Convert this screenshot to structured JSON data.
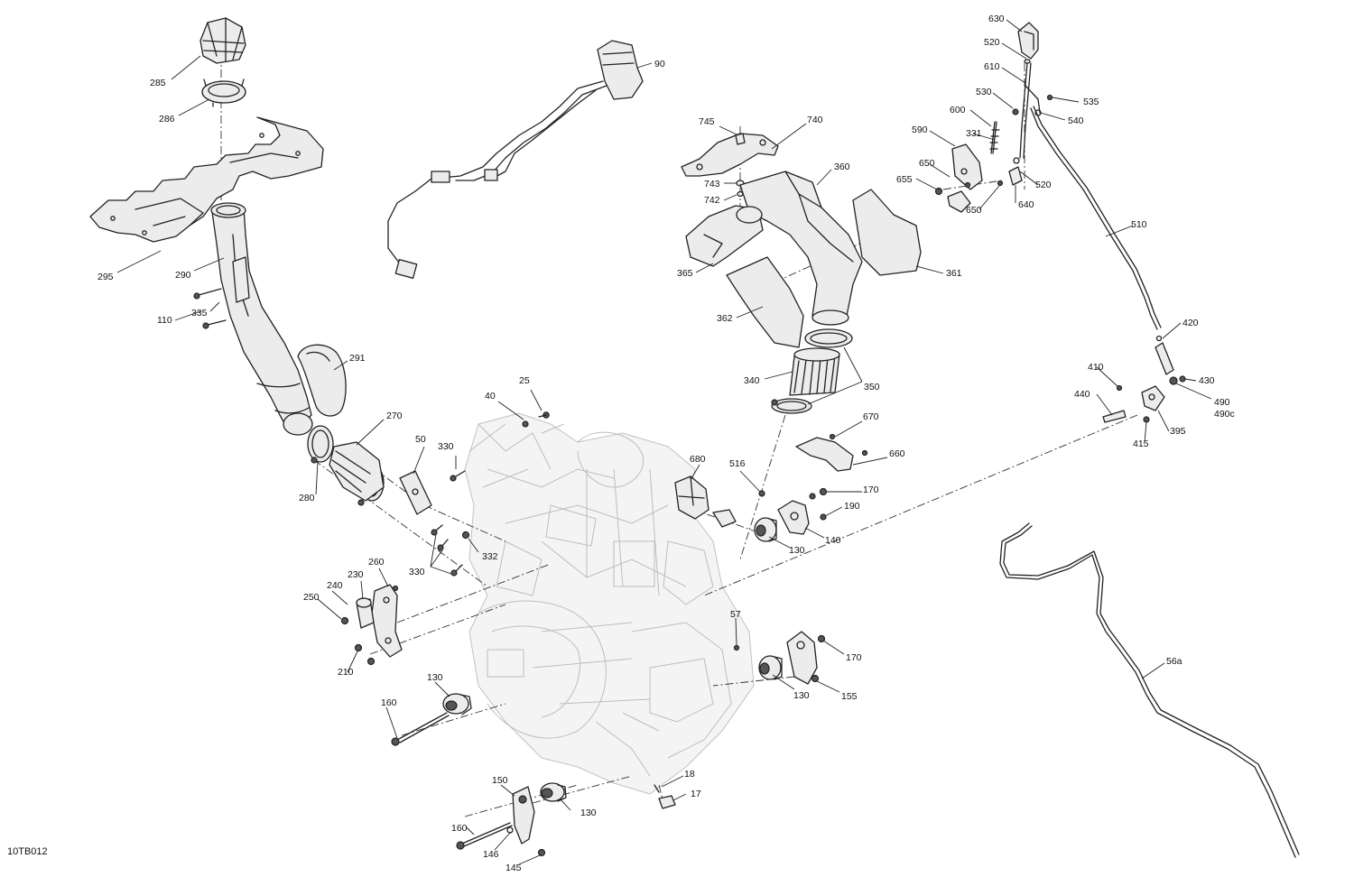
{
  "diagram": {
    "reference_code": "10TB012",
    "part_labels": [
      {
        "text": "285"
      },
      {
        "text": "286"
      },
      {
        "text": "295"
      },
      {
        "text": "290"
      },
      {
        "text": "335"
      },
      {
        "text": "110"
      },
      {
        "text": "291"
      },
      {
        "text": "270"
      },
      {
        "text": "280"
      },
      {
        "text": "50"
      },
      {
        "text": "330"
      },
      {
        "text": "25"
      },
      {
        "text": "40"
      },
      {
        "text": "332"
      },
      {
        "text": "330"
      },
      {
        "text": "260"
      },
      {
        "text": "230"
      },
      {
        "text": "240"
      },
      {
        "text": "250"
      },
      {
        "text": "210"
      },
      {
        "text": "130"
      },
      {
        "text": "160"
      },
      {
        "text": "150"
      },
      {
        "text": "130"
      },
      {
        "text": "160"
      },
      {
        "text": "146"
      },
      {
        "text": "145"
      },
      {
        "text": "18"
      },
      {
        "text": "17"
      },
      {
        "text": "57"
      },
      {
        "text": "90"
      },
      {
        "text": "745"
      },
      {
        "text": "740"
      },
      {
        "text": "743"
      },
      {
        "text": "742"
      },
      {
        "text": "360"
      },
      {
        "text": "365"
      },
      {
        "text": "361"
      },
      {
        "text": "362"
      },
      {
        "text": "340"
      },
      {
        "text": "350"
      },
      {
        "text": "680"
      },
      {
        "text": "516"
      },
      {
        "text": "670"
      },
      {
        "text": "660"
      },
      {
        "text": "170"
      },
      {
        "text": "190"
      },
      {
        "text": "130"
      },
      {
        "text": "140"
      },
      {
        "text": "170"
      },
      {
        "text": "130"
      },
      {
        "text": "155"
      },
      {
        "text": "630"
      },
      {
        "text": "520"
      },
      {
        "text": "610"
      },
      {
        "text": "530"
      },
      {
        "text": "535"
      },
      {
        "text": "540"
      },
      {
        "text": "600"
      },
      {
        "text": "590"
      },
      {
        "text": "331"
      },
      {
        "text": "650"
      },
      {
        "text": "655"
      },
      {
        "text": "650"
      },
      {
        "text": "640"
      },
      {
        "text": "520"
      },
      {
        "text": "510"
      },
      {
        "text": "420"
      },
      {
        "text": "410"
      },
      {
        "text": "430"
      },
      {
        "text": "440"
      },
      {
        "text": "490"
      },
      {
        "text": "490c"
      },
      {
        "text": "415"
      },
      {
        "text": "395"
      },
      {
        "text": "56a"
      }
    ]
  }
}
